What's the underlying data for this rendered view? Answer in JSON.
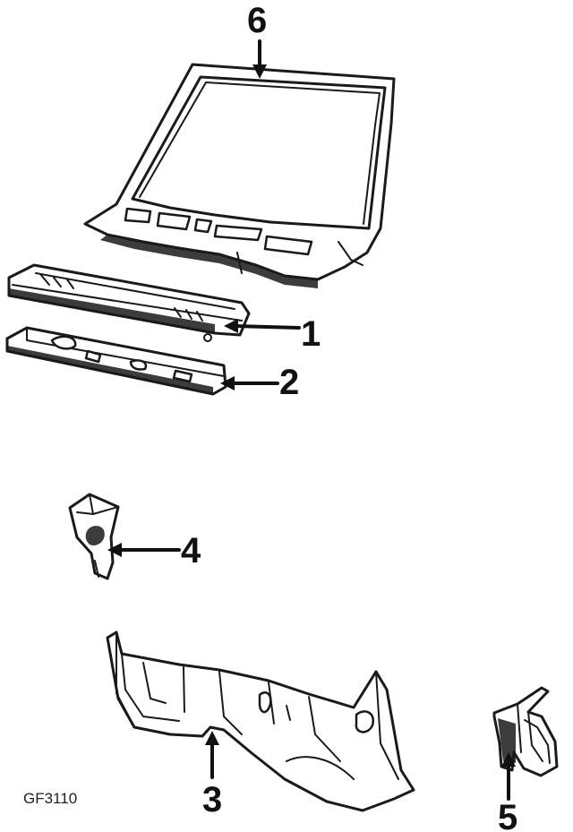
{
  "diagram": {
    "catalog_code": "GF3110",
    "callouts": [
      {
        "id": "windshield",
        "label": "6"
      },
      {
        "id": "cowl-top-panel",
        "label": "1"
      },
      {
        "id": "cowl-lower-panel",
        "label": "2"
      },
      {
        "id": "side-bracket",
        "label": "4"
      },
      {
        "id": "dash-panel",
        "label": "3"
      },
      {
        "id": "side-panel-reinforcement",
        "label": "5"
      }
    ]
  },
  "colors": {
    "ink": "#111111",
    "background": "#ffffff"
  }
}
